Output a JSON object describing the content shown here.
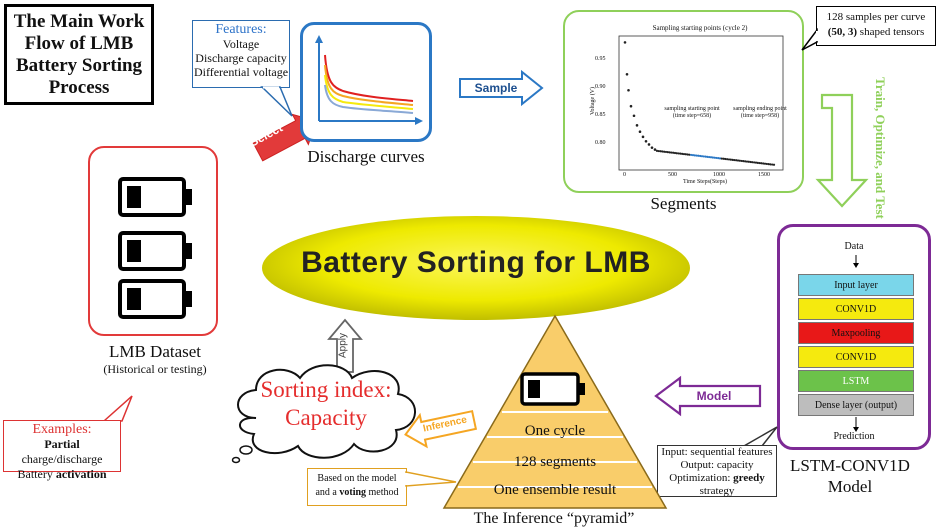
{
  "title": "The Main Work Flow of LMB Battery Sorting Process",
  "center_title": "Battery Sorting for LMB",
  "features": {
    "title": "Features:",
    "items": [
      "Voltage",
      "Discharge capacity",
      "Differential voltage"
    ]
  },
  "discharge_curves": {
    "label": "Discharge curves"
  },
  "segments": {
    "label": "Segments",
    "plot": {
      "title": "Sampling starting points (cycle 2)",
      "ylabel": "Voltage (V)",
      "xlabel": "Time Steps(Steps)",
      "xticks": [
        "0",
        "500",
        "1000",
        "1500"
      ],
      "yticks": [
        "0.95",
        "0.90",
        "0.85",
        "0.80"
      ],
      "annot_start": "sampling starting point",
      "annot_start_sub": "(time step=658)",
      "annot_end": "sampling ending point",
      "annot_end_sub": "(time step=958)"
    }
  },
  "samples_callout": {
    "line1": "128 samples per curve",
    "line2_bold": "(50, 3)",
    "line2_rest": " shaped tensors"
  },
  "dataset": {
    "label": "LMB Dataset",
    "sub": "(Historical or testing)"
  },
  "examples": {
    "title": "Examples:",
    "line1_bold": "Partial",
    "line1_rest": " charge/discharge",
    "line2_rest": "Battery ",
    "line2_bold": "activation"
  },
  "lstm": {
    "label_line1": "LSTM-CONV1D",
    "label_line2": "Model",
    "data": "Data",
    "prediction": "Prediction",
    "layers": [
      {
        "name": "Input layer",
        "color": "#7ad6ea"
      },
      {
        "name": "CONV1D",
        "color": "#f5ea0e"
      },
      {
        "name": "Maxpooling",
        "color": "#e81818"
      },
      {
        "name": "CONV1D",
        "color": "#f5ea0e"
      },
      {
        "name": "LSTM",
        "color": "#6cc24a"
      },
      {
        "name": "Dense layer (output)",
        "color": "#bdbdbd"
      }
    ]
  },
  "input_callout": {
    "line1": "Input: sequential features",
    "line2": "Output: capacity",
    "line3_rest": "Optimization: ",
    "line3_bold": "greedy",
    "line4": "strategy"
  },
  "pyramid": {
    "label": "The Inference “pyramid”",
    "levels": [
      "One cycle",
      "128 segments",
      "One ensemble result"
    ]
  },
  "voting_callout": {
    "line1": "Based on the model",
    "line2_rest": "and a ",
    "line2_bold": "voting",
    "line2_end": " method"
  },
  "sorting_index": {
    "line1": "Sorting index:",
    "line2": "Capacity"
  },
  "arrows": {
    "select": "Select",
    "sample": "Sample",
    "train": "Train, Optimize, and Test",
    "model": "Model",
    "inference": "Inference",
    "apply": "Apply"
  },
  "colors": {
    "blue": "#2b78c5",
    "green": "#8fd05a",
    "red": "#e23a3a",
    "purple": "#7d2a95",
    "orange": "#f5a623",
    "ellipse_yellow": "#f3f000",
    "pyramid_fill": "#f9cd6a"
  }
}
